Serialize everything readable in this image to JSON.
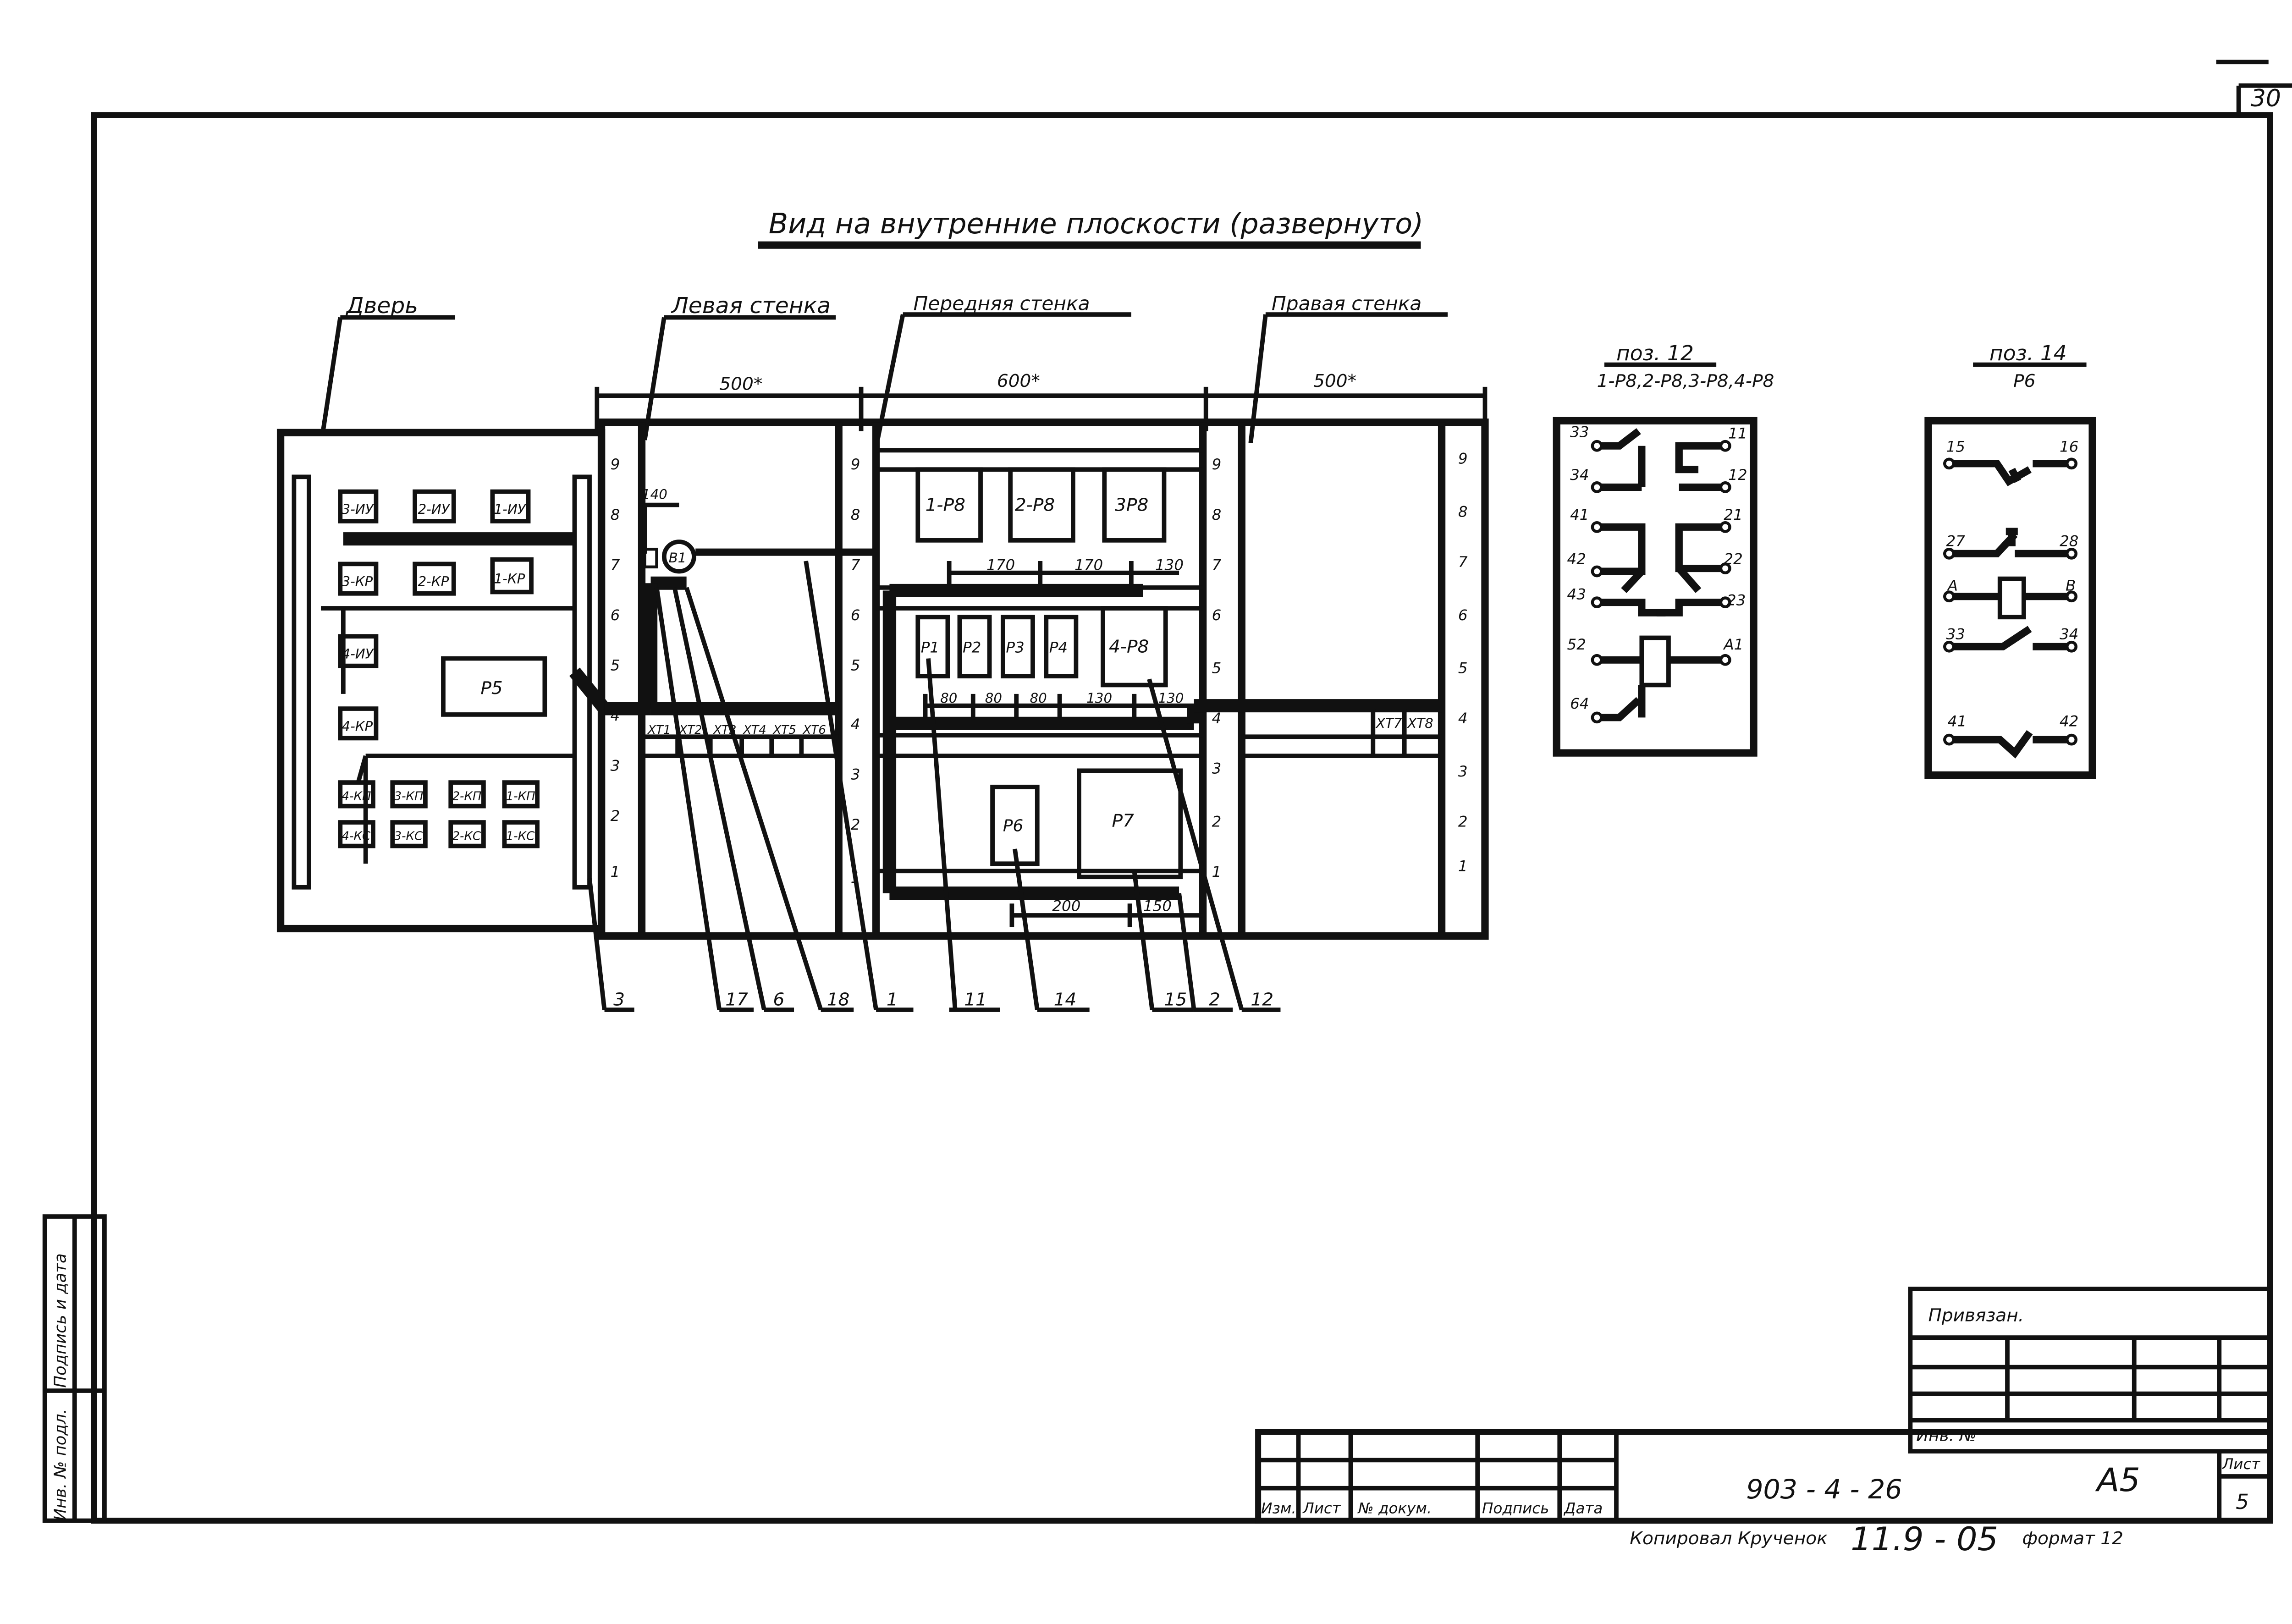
{
  "title": "Вид на внутренние плоскости (развернуто)",
  "sections": {
    "door": "Дверь",
    "left_wall": "Левая стенка",
    "front_wall": "Передняя стенка",
    "right_wall": "Правая стенка"
  },
  "dimensions": {
    "left_width": "500*",
    "front_width": "600*",
    "right_width": "500*",
    "offset_140": "140",
    "front_top": [
      "170",
      "170",
      "130"
    ],
    "front_mid": [
      "80",
      "80",
      "80",
      "130",
      "130"
    ],
    "front_bottom": [
      "200",
      "150"
    ]
  },
  "door_devices": {
    "row1": [
      "3-ИУ",
      "2-ИУ",
      "1-ИУ"
    ],
    "row2": [
      "3-КР",
      "2-КР",
      "1-КР"
    ],
    "row3": [
      "4-ИУ"
    ],
    "row4": [
      "4-КР"
    ],
    "p5": "Р5",
    "row5": [
      "4-КП",
      "3-КП",
      "2-КП",
      "1-КП"
    ],
    "row6": [
      "4-КС",
      "3-КС",
      "2-КС",
      "1-КС"
    ]
  },
  "rail_numbers": [
    "9",
    "8",
    "7",
    "6",
    "5",
    "4",
    "3",
    "2",
    "1"
  ],
  "left_wall_items": {
    "b1": "В1",
    "terminals": [
      "ХТ1",
      "ХТ2",
      "ХТ3",
      "ХТ4",
      "ХТ5",
      "ХТ6"
    ]
  },
  "front_wall_items": {
    "top": [
      "1-Р8",
      "2-Р8",
      "3Р8"
    ],
    "mid": [
      "Р1",
      "Р2",
      "Р3",
      "Р4"
    ],
    "p8_4": "4-Р8",
    "p6": "Р6",
    "p7": "Р7"
  },
  "right_wall_items": {
    "terminals": [
      "ХТ7",
      "ХТ8"
    ]
  },
  "callouts": [
    "3",
    "17",
    "6",
    "18",
    "1",
    "11",
    "14",
    "15",
    "2",
    "12"
  ],
  "pos12": {
    "title": "поз. 12",
    "subtitle": "1-Р8,2-Р8,3-Р8,4-Р8",
    "left_pins": [
      "33",
      "34",
      "41",
      "42",
      "43",
      "52",
      "64"
    ],
    "right_pins": [
      "11",
      "12",
      "21",
      "22",
      "23",
      "А1"
    ]
  },
  "pos14": {
    "title": "поз. 14",
    "subtitle": "Р6",
    "left_pins": [
      "15",
      "27",
      "А",
      "33",
      "41"
    ],
    "right_pins": [
      "16",
      "28",
      "В",
      "34",
      "42"
    ]
  },
  "title_block": {
    "privyazan": "Привязан.",
    "inv_no": "Инв. №",
    "headers": [
      "Изм.",
      "Лист",
      "№ докум.",
      "Подпись",
      "Дата"
    ],
    "doc_number": "903 - 4 - 26",
    "stage": "А5",
    "sheet_label": "Лист",
    "sheet_number": "5",
    "footer": "Копировал  Крученок",
    "format": "формат 12",
    "stamp": "11.9 - 05"
  },
  "side_stamp": {
    "inv_podl": "Инв. № подл.",
    "podpis_data": "Подпись и дата"
  },
  "page_corner": "30"
}
